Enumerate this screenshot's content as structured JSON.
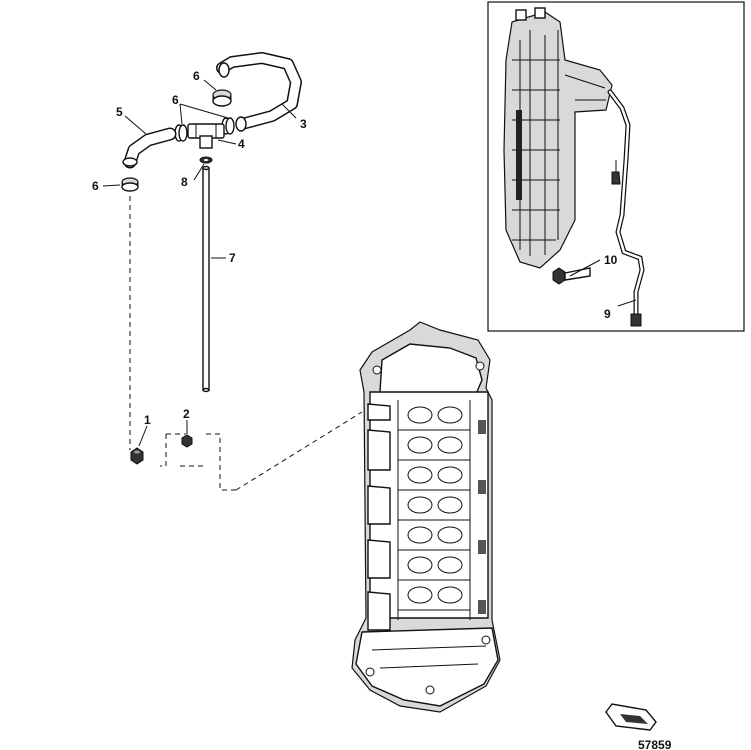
{
  "figure": {
    "number": "57859"
  },
  "callouts": [
    {
      "id": "c1",
      "text": "1"
    },
    {
      "id": "c2",
      "text": "2"
    },
    {
      "id": "c3",
      "text": "3"
    },
    {
      "id": "c4",
      "text": "4"
    },
    {
      "id": "c5",
      "text": "5"
    },
    {
      "id": "c6a",
      "text": "6"
    },
    {
      "id": "c6b",
      "text": "6"
    },
    {
      "id": "c6c",
      "text": "6"
    },
    {
      "id": "c7",
      "text": "7"
    },
    {
      "id": "c8",
      "text": "8"
    },
    {
      "id": "c9",
      "text": "9"
    },
    {
      "id": "c10",
      "text": "10"
    }
  ]
}
